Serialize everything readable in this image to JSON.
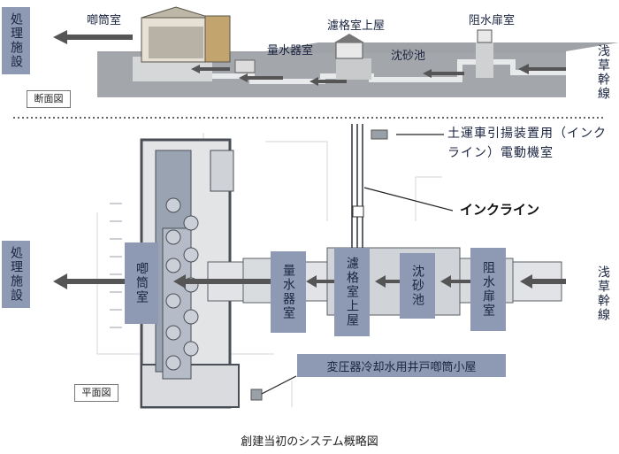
{
  "section": {
    "title": "断面図",
    "labels": {
      "pump": "喞筒室",
      "filter": "濾格室上屋",
      "meter": "量水器室",
      "grit": "沈砂池",
      "gate": "阻水扉室"
    }
  },
  "plan": {
    "title": "平面図",
    "labels": {
      "pump": "喞筒室",
      "meter": "量水器室",
      "filter": "濾格室上屋",
      "grit": "沈砂池",
      "gate": "阻水扉室"
    },
    "incline": "インクライン",
    "motor_room": "土運車引揚装置用（インクライン）電動機室",
    "transformer": "変圧器冷却水用井戸喞筒小屋"
  },
  "treatment": "処理施設",
  "source": "浅草幹線",
  "caption": "創建当初のシステム概略図",
  "colors": {
    "label_box": "#8e9ab3",
    "arrow": "#555555",
    "structure": "#9aa0a8"
  }
}
